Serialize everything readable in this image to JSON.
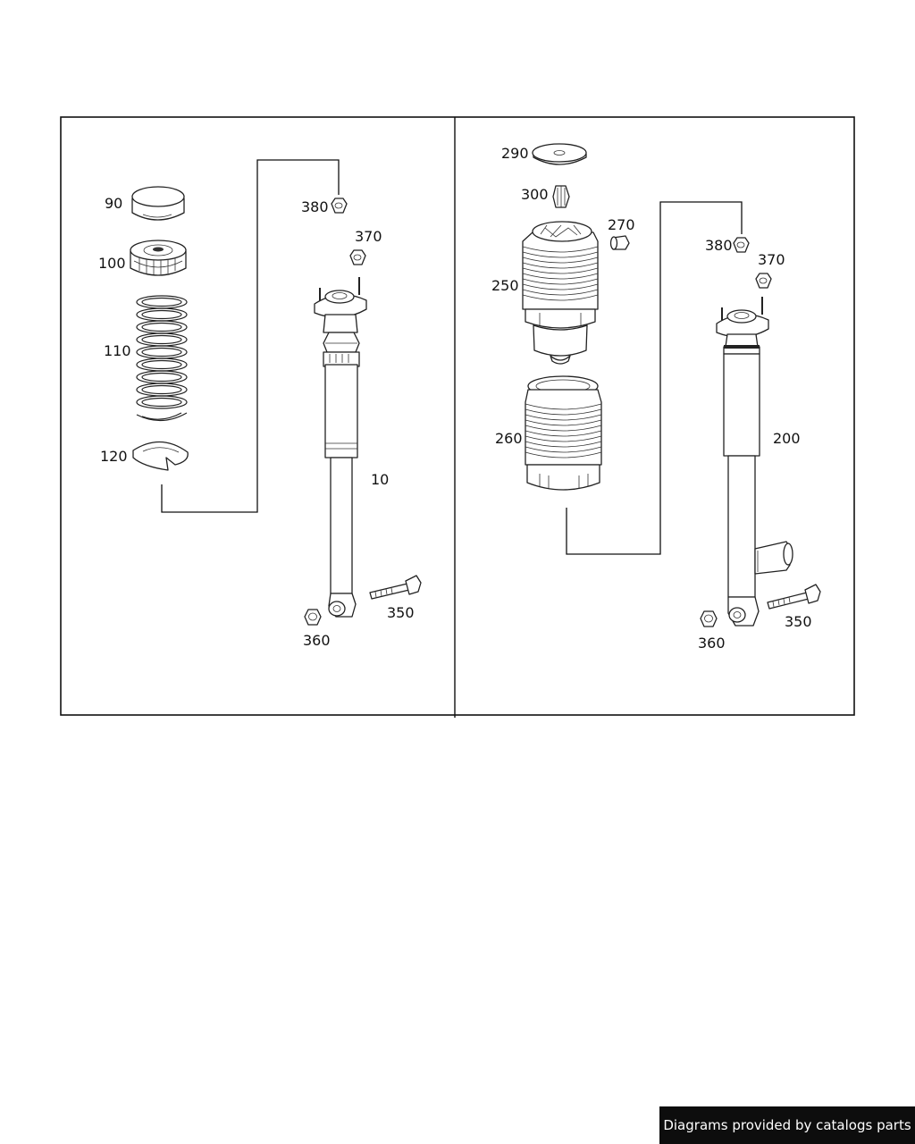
{
  "left_panel": {
    "callouts": {
      "p90": "90",
      "p100": "100",
      "p110": "110",
      "p120": "120",
      "p380": "380",
      "p370": "370",
      "p10": "10",
      "p350": "350",
      "p360": "360"
    }
  },
  "right_panel": {
    "callouts": {
      "p290": "290",
      "p300": "300",
      "p270": "270",
      "p250": "250",
      "p260": "260",
      "p380": "380",
      "p370": "370",
      "p200": "200",
      "p350": "350",
      "p360": "360"
    }
  },
  "credit": "Diagrams provided by catalogs parts"
}
